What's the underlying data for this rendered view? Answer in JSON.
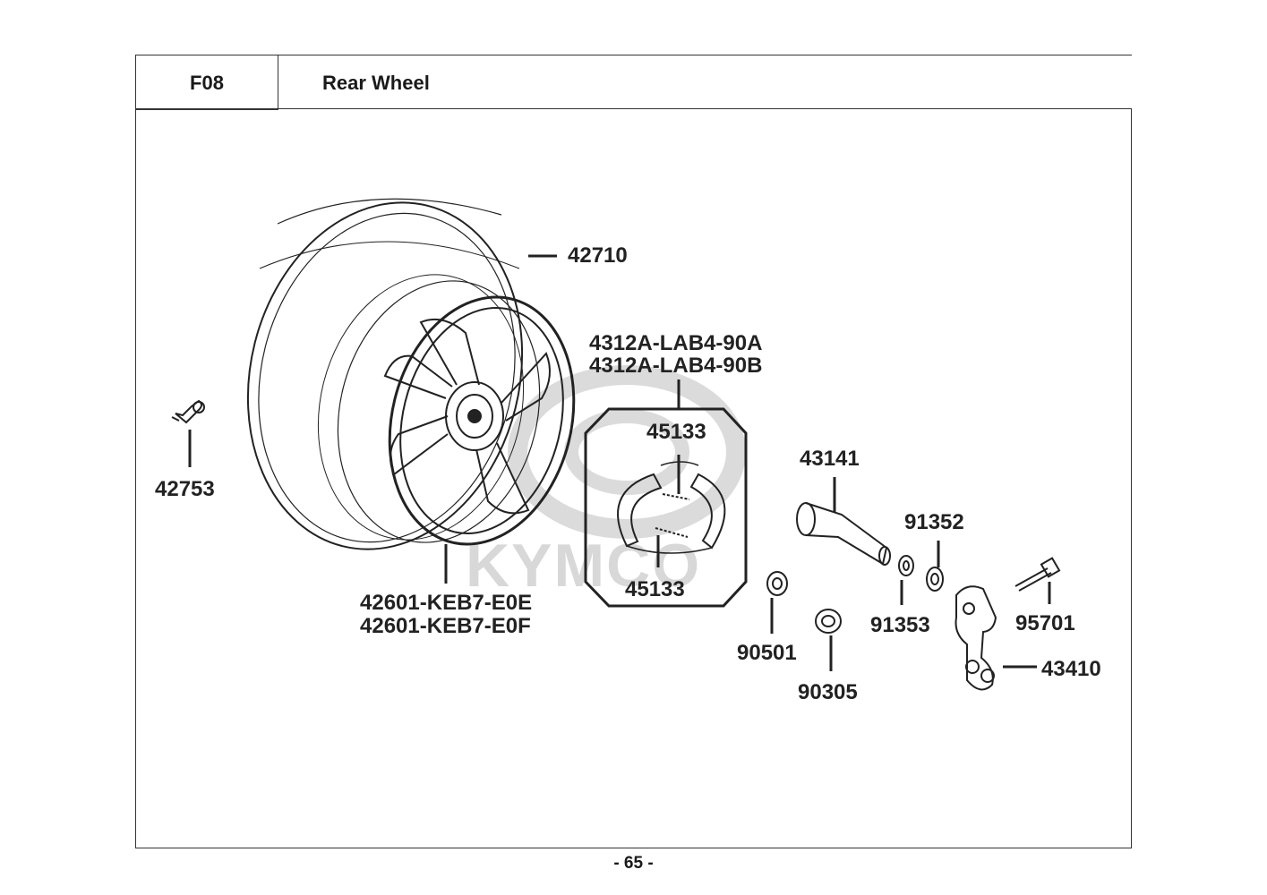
{
  "header": {
    "code": "F08",
    "title": "Rear Wheel"
  },
  "watermark": "KYMCO",
  "parts": {
    "tire": "42710",
    "brake_shoe_set_a": "4312A-LAB4-90A",
    "brake_shoe_set_b": "4312A-LAB4-90B",
    "spring_upper": "45133",
    "spring_lower": "45133",
    "valve": "42753",
    "rim_a": "42601-KEB7-E0E",
    "rim_b": "42601-KEB7-E0F",
    "axle": "43141",
    "washer_91352": "91352",
    "washer_91353": "91353",
    "bolt": "95701",
    "washer_90501": "90501",
    "nut": "90305",
    "bracket": "43410"
  },
  "footer": {
    "page_number": "- 65 -"
  }
}
